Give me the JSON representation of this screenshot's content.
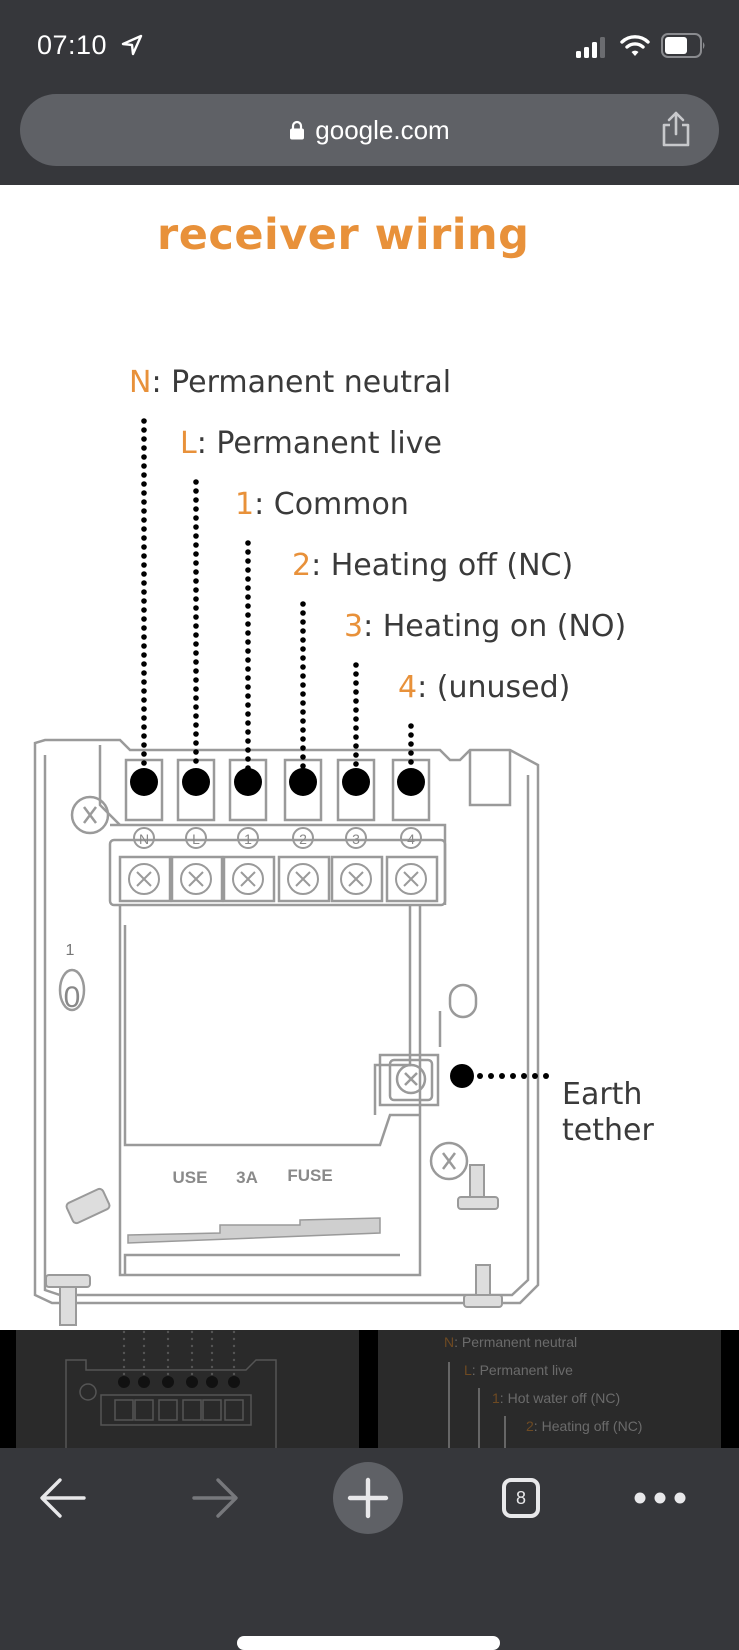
{
  "status_bar": {
    "time": "07:10",
    "icons": [
      "location-arrow-icon",
      "cellular-signal-icon",
      "wifi-icon",
      "battery-icon"
    ]
  },
  "browser": {
    "url": "google.com",
    "lock_icon": "lock-icon",
    "share_icon": "share-icon"
  },
  "page": {
    "title": "receiver wiring",
    "wires": [
      {
        "code": "N",
        "sep": ": ",
        "label": "Permanent neutral"
      },
      {
        "code": "L",
        "sep": ": ",
        "label": "Permanent live"
      },
      {
        "code": "1",
        "sep": ": ",
        "label": "Common"
      },
      {
        "code": "2",
        "sep": ": ",
        "label": "Heating off (NC)"
      },
      {
        "code": "3",
        "sep": ": ",
        "label": "Heating on (NO)"
      },
      {
        "code": "4",
        "sep": ": ",
        "label": "(unused)"
      }
    ],
    "terminal_marks": [
      "N",
      "L",
      "1",
      "2",
      "3",
      "4"
    ],
    "side_marks": {
      "one": "1",
      "zero": "0"
    },
    "fuse_text": [
      "USE",
      "3A",
      "FUSE"
    ],
    "earth_label_line1": "Earth",
    "earth_label_line2": "tether",
    "accent_color": "#e8913a"
  },
  "thumbnails": {
    "right": [
      {
        "code": "N",
        "sep": ": ",
        "label": "Permanent neutral"
      },
      {
        "code": "L",
        "sep": ": ",
        "label": "Permanent live"
      },
      {
        "code": "1",
        "sep": ": ",
        "label": "Hot water off (NC)"
      },
      {
        "code": "2",
        "sep": ": ",
        "label": "Heating off (NC)"
      }
    ]
  },
  "toolbar": {
    "back_icon": "arrow-left-icon",
    "forward_icon": "arrow-right-icon",
    "new_tab_icon": "plus-icon",
    "tab_count": "8",
    "more_icon": "more-dots-icon"
  }
}
